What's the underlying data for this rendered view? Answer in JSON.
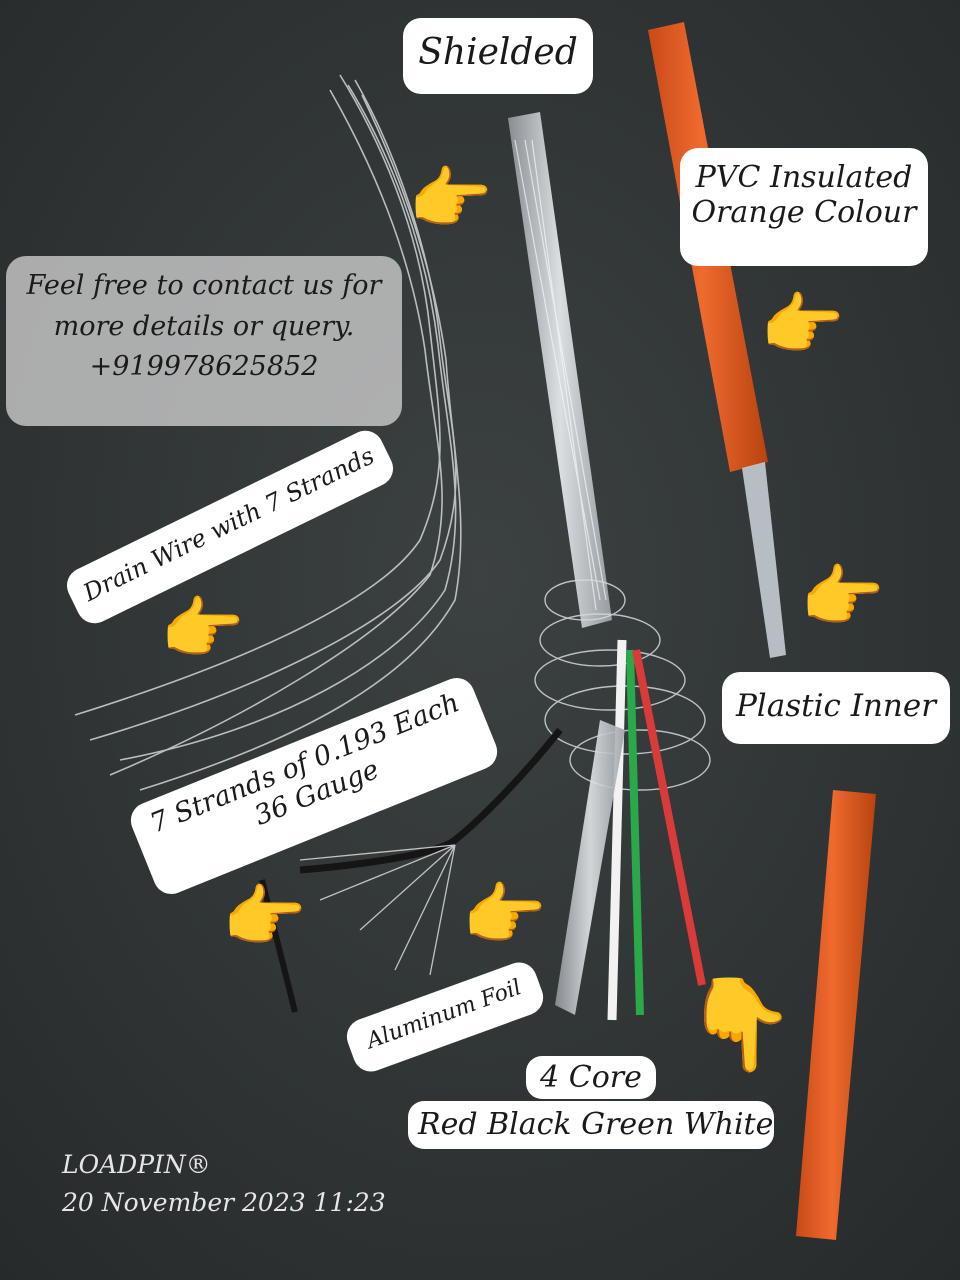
{
  "labels": {
    "shielded": "Shielded",
    "pvc_line1": "PVC Insulated",
    "pvc_line2": "Orange Colour",
    "plastic_inner": "Plastic Inner",
    "drain_wire": "Drain Wire with 7 Strands",
    "strands_line1": "7 Strands of 0.193 Each",
    "strands_line2": "36 Gauge",
    "aluminum_foil": "Aluminum Foil",
    "core_line1": "4 Core",
    "core_line2": "Red Black Green White"
  },
  "contact": {
    "line1": "Feel free to contact us for",
    "line2": "more details or query.",
    "phone": "+919978625852"
  },
  "watermark": {
    "brand": "LOADPIN®",
    "datetime": "20 November 2023 11:23"
  },
  "hand_icon": "👉",
  "hand_down_icon": "👇",
  "colors": {
    "background": "#34393a",
    "cable_orange": "#e8622a",
    "core_red": "#d93a3a",
    "core_green": "#2aa84a",
    "core_white": "#f2f2f2",
    "core_black": "#151515",
    "foil": "#c9ced3"
  }
}
